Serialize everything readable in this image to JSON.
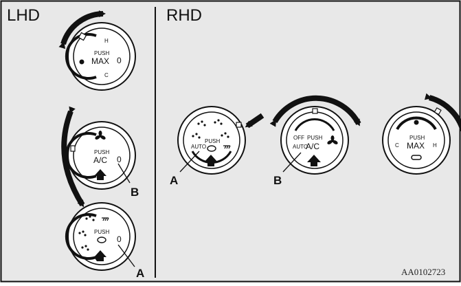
{
  "panels": {
    "left_heading": "LHD",
    "right_heading": "RHD"
  },
  "knobs": {
    "temperature": {
      "push": "PUSH",
      "main": "MAX",
      "hot": "H",
      "cold": "C",
      "zero": "0"
    },
    "ac_fan": {
      "push": "PUSH",
      "main": "A/C",
      "zero": "0",
      "off": "OFF",
      "auto": "AUTO"
    },
    "mode": {
      "push": "PUSH",
      "zero": "0",
      "auto": "AUTO"
    }
  },
  "callouts": {
    "a": "A",
    "b": "B"
  },
  "figure_code": "AA0102723"
}
